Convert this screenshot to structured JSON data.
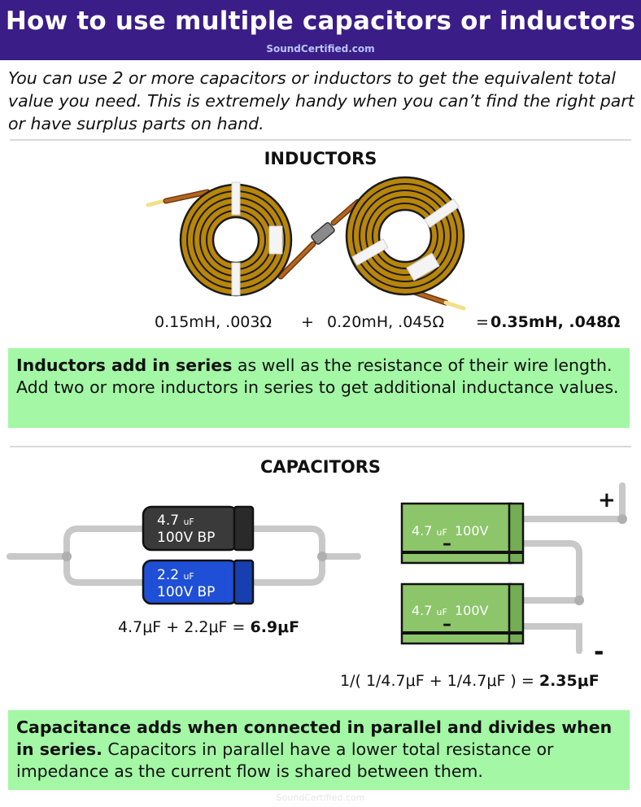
{
  "header": {
    "title": "How to use multiple capacitors or inductors",
    "site": "SoundCertified.com"
  },
  "intro": "You can use 2 or more capacitors or inductors to get the equivalent total value you need. This is extremely handy when you can’t find the right part or have surplus parts on hand.",
  "inductors": {
    "title": "INDUCTORS",
    "term1": "0.15mH, .003Ω",
    "plus": "+",
    "term2": "0.20mH, .045Ω",
    "equals": "=",
    "result": "0.35mH, .048Ω",
    "note_bold": "Inductors add in series",
    "note_rest": " as well as the resistance of their wire length. Add two or more inductors in series to get additional inductance values."
  },
  "capacitors": {
    "title": "CAPACITORS",
    "parallel": {
      "cap1_value": "4.7",
      "cap1_unit": "uF",
      "cap1_rating": "100V  BP",
      "cap2_value": "2.2",
      "cap2_unit": "uF",
      "cap2_rating": "100V  BP",
      "equation": "4.7μF   +   2.2μF =",
      "result": "6.9μF"
    },
    "series": {
      "cap1_value": "4.7",
      "cap1_unit": "uF",
      "cap1_rating": "100V",
      "cap2_value": "4.7",
      "cap2_unit": "uF",
      "cap2_rating": "100V",
      "plus_sign": "+",
      "minus_sign": "-",
      "stripe_mark_1": "–",
      "stripe_mark_2": "–",
      "equation": "1/( 1/4.7μF   +   1/4.7μF ) =",
      "result": "2.35μF"
    },
    "note_bold": "Capacitance adds when connected in parallel and divides when in series.",
    "note_rest": " Capacitors in parallel have a lower total resistance or impedance as the current flow is shared between them."
  },
  "footer": {
    "watermark": "SoundCertified.com"
  },
  "colors": {
    "header_bg": "#3a1d86",
    "note_bg": "#a3f7a5",
    "coil_copper": "#b8860b",
    "cap_black": "#3a3a3a",
    "cap_blue": "#1f4fd6",
    "cap_green": "#8cc56a",
    "wire_gray": "#c8c8c8"
  }
}
